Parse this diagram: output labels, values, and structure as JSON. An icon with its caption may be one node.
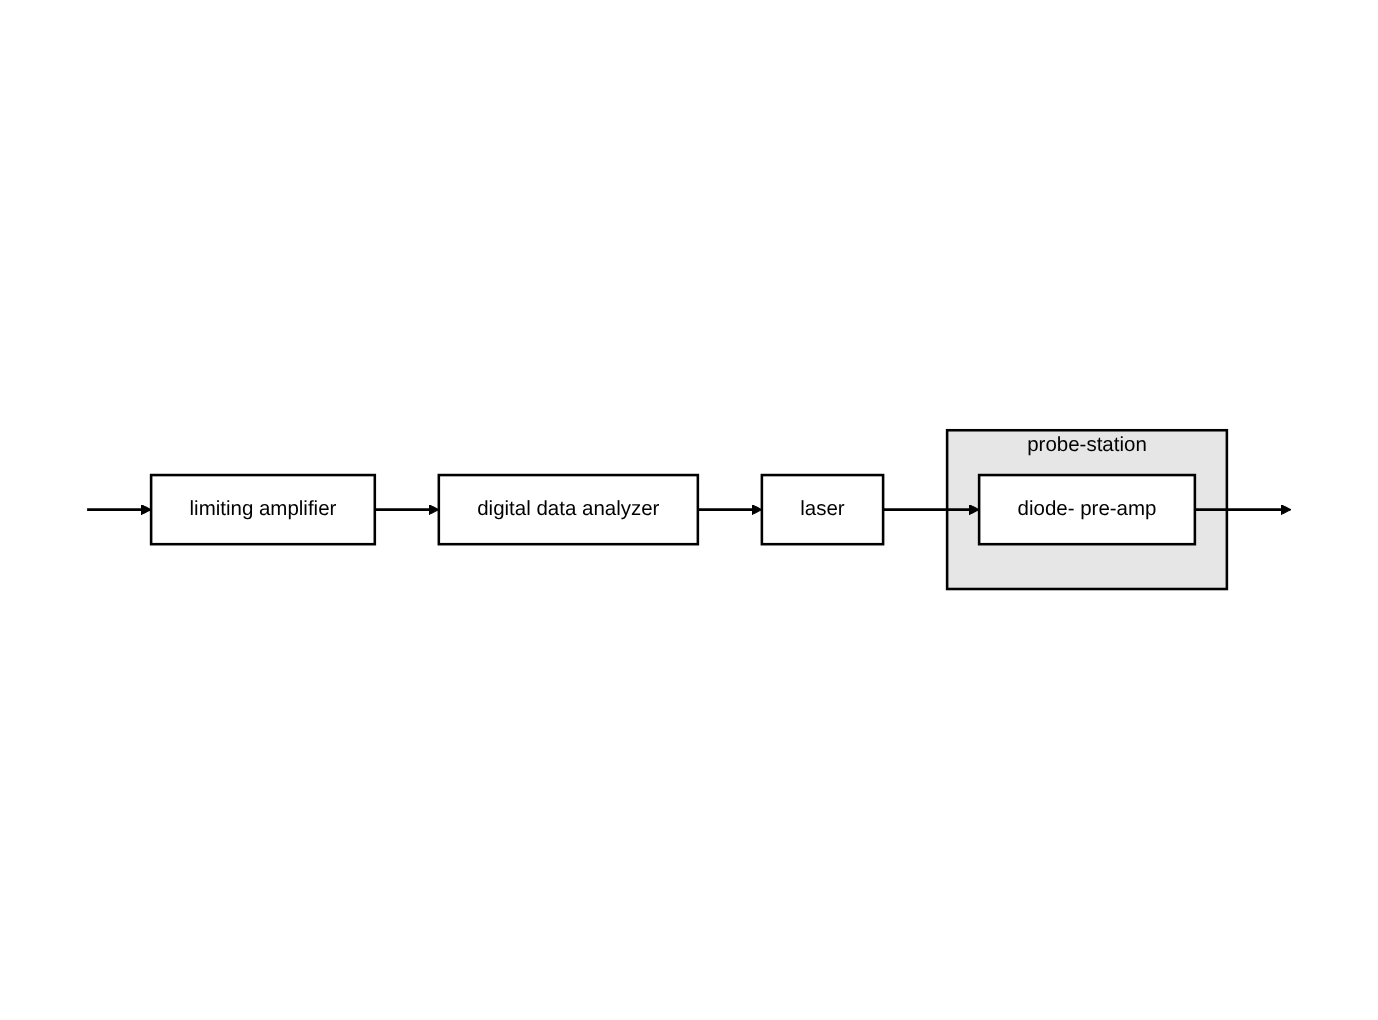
{
  "diagram": {
    "nodes": [
      {
        "text": [
          "laser"
        ]
      },
      {
        "text": [
          "probe-station"
        ]
      },
      {
        "text": [
          "diode- pre-amp"
        ],
        "in": 1
      },
      {
        "text": [
          "digital data analyzer"
        ]
      },
      {
        "text": [
          "limiting amplifier"
        ]
      }
    ],
    "edges": [
      {
        "from": 0,
        "to": 2,
        "arrow": "to"
      },
      {
        "from": 2,
        "to": null,
        "arrow": "to"
      },
      {
        "from": null,
        "to": 4,
        "arrow": "to"
      },
      {
        "from": 4,
        "to": 3,
        "arrow": "to"
      },
      {
        "from": 3,
        "to": 0,
        "arrow": "to"
      }
    ]
  }
}
